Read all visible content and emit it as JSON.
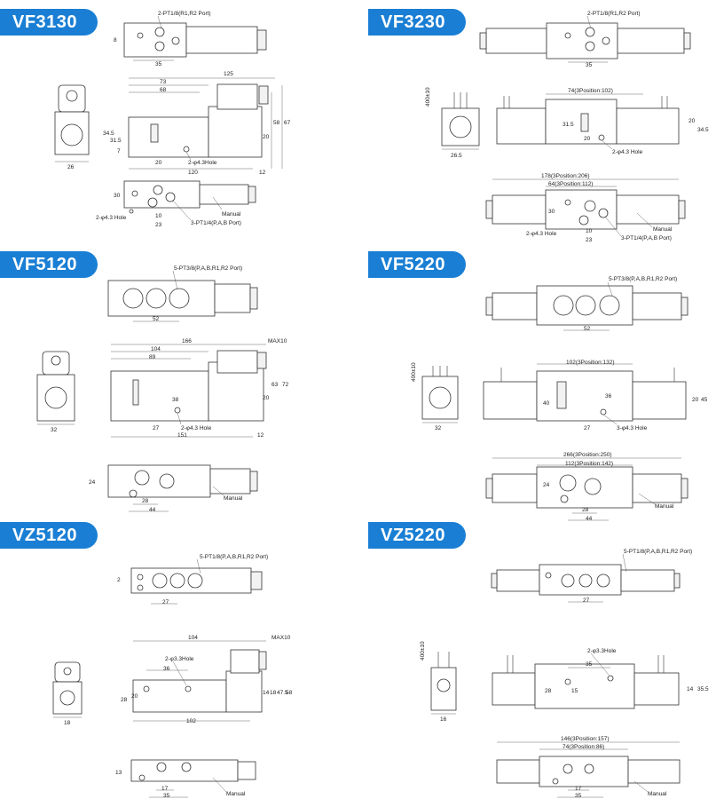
{
  "sections": {
    "vf3130": {
      "title": "VF3130",
      "port_top": "2-PT1/8(R1,R2 Port)",
      "dim_top_w": "35",
      "dim_top_h": "8",
      "dim_125": "125",
      "dim_73": "73",
      "dim_68": "68",
      "dim_58": "58",
      "dim_67": "67",
      "dim_20": "20",
      "dim_345": "34.5",
      "dim_315": "31.5",
      "dim_7": "7",
      "hole": "2-φ4.3Hole",
      "dim_120": "120",
      "dim_12": "12",
      "dim_side_w": "26",
      "dim_bot_30": "30",
      "hole_bot": "2-φ4.3 Hole",
      "dim_10": "10",
      "dim_23": "23",
      "manual": "Manual",
      "port_bot": "3-PT1/4(P,A,B Port)"
    },
    "vf3230": {
      "title": "VF3230",
      "port_top": "2-PT1/8(R1,R2 Port)",
      "dim_top_w": "35",
      "dim_400": "400±10",
      "dim_74": "74(3Position:102)",
      "dim_315": "31.5",
      "dim_20": "20",
      "dim_345": "34.5",
      "hole": "2-φ4.3 Hole",
      "dim_side_w": "26.5",
      "dim_178": "178(3Position:206)",
      "dim_64": "64(3Position:112)",
      "dim_30": "30",
      "hole_bot": "2-φ4.3 Hole",
      "dim_10": "10",
      "dim_23": "23",
      "manual": "Manual",
      "port_bot": "3-PT1/4(P,A,B Port)"
    },
    "vf5120": {
      "title": "VF5120",
      "port_top": "5-PT3/8(P,A,B,R1,R2 Port)",
      "dim_52": "52",
      "dim_166": "166",
      "dim_max": "MAX10",
      "dim_104": "104",
      "dim_89": "89",
      "dim_72": "72",
      "dim_63": "63",
      "dim_20": "20",
      "dim_38": "38",
      "dim_27": "27",
      "hole": "2-φ4.3 Hole",
      "dim_151": "151",
      "dim_12": "12",
      "dim_side_w": "32",
      "dim_24": "24",
      "dim_44": "44",
      "manual": "Manual"
    },
    "vf5220": {
      "title": "VF5220",
      "port_top": "5-PT3/8(P,A,B,R1,R2 Port)",
      "dim_52": "52",
      "dim_400": "400±10",
      "dim_102": "102(3Position:132)",
      "dim_40": "40",
      "dim_36": "36",
      "dim_20": "20",
      "dim_45": "45",
      "dim_27": "27",
      "hole": "3-φ4.3 Hole",
      "dim_side_w": "32",
      "dim_266": "266(3Position:250)",
      "dim_112": "112(3Position:142)",
      "dim_24": "24",
      "dim_28": "28",
      "dim_44": "44",
      "manual": "Manual"
    },
    "vz5120": {
      "title": "VZ5120",
      "port_top": "5-PT1/8(P,A,B,R1,R2 Port)",
      "dim_2": "2",
      "dim_27": "27",
      "dim_104": "104",
      "dim_max": "MAX10",
      "hole": "2-φ3.3Hole",
      "dim_36": "36",
      "dim_28": "28",
      "dim_20": "20",
      "dim_14": "14",
      "dim_18": "18",
      "dim_475": "47.5",
      "dim_58": "58",
      "dim_102": "102",
      "dim_side_w": "18",
      "dim_13": "13",
      "dim_17": "17",
      "dim_35": "35",
      "manual": "Manual"
    },
    "vz5220": {
      "title": "VZ5220",
      "port_top": "5-PT1/8(P,A,B,R1,R2 Port)",
      "dim_27": "27",
      "dim_400": "400±10",
      "hole": "2-φ3.3Hole",
      "dim_35": "35",
      "dim_28": "28",
      "dim_15": "15",
      "dim_14": "14",
      "dim_355": "35.5",
      "dim_side_w": "16",
      "dim_146": "146(3Position:157)",
      "dim_74": "74(3Position:86)",
      "dim_17": "17",
      "dim_35b": "35",
      "manual": "Manual"
    }
  },
  "colors": {
    "badge": "#1a7fd4",
    "badge_accent": "#5fb2ee",
    "line": "#333333"
  }
}
